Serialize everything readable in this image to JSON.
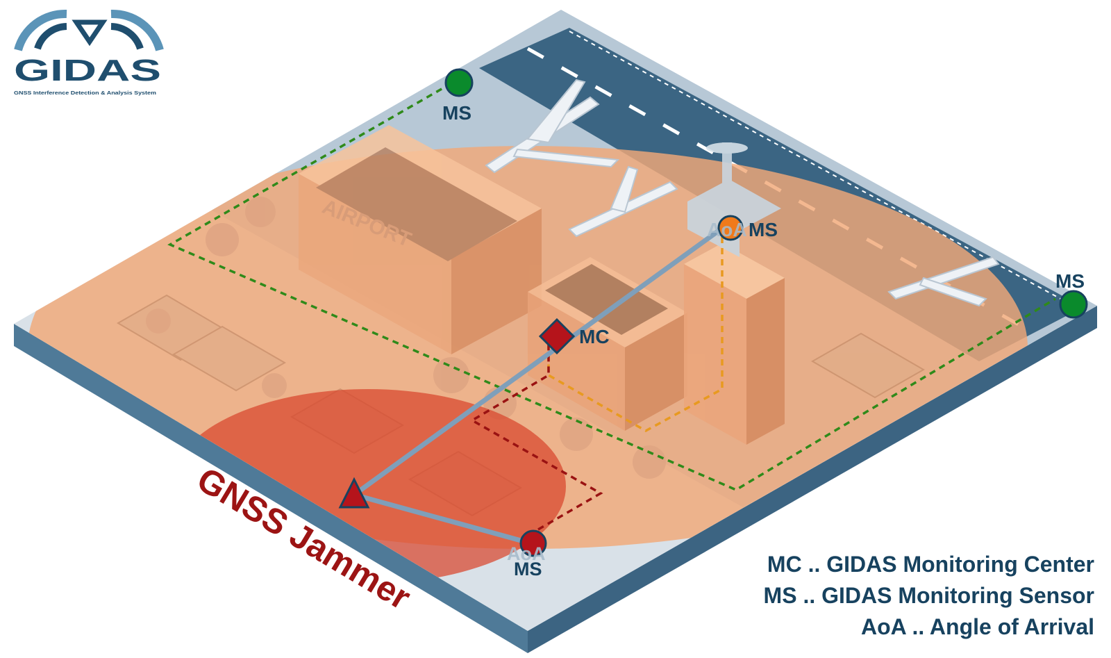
{
  "logo": {
    "name": "GIDAS",
    "tagline": "GNSS Interference Detection & Analysis System",
    "colors": {
      "dark": "#1f4e6e",
      "light": "#5b94b8"
    }
  },
  "scene": {
    "airport_sign": "AIRPORT",
    "jammer_label": "GNSS Jammer",
    "nodes": {
      "ms_top_left": {
        "label": "MS"
      },
      "ms_right": {
        "label": "MS"
      },
      "aoa_ms_tower": {
        "aoa": "AoA",
        "ms": "MS"
      },
      "mc": {
        "label": "MC"
      },
      "aoa_ms_bottom": {
        "aoa": "AoA",
        "ms": "MS"
      },
      "jammer": {
        "symbol": "triangle"
      }
    },
    "colors": {
      "ms_green": "#0a8a2c",
      "mc_red": "#b5141b",
      "aoa_orange": "#f07a1a",
      "link_line": "#7f9fba",
      "green_dash": "#2f8a1a",
      "red_dash": "#9a1212",
      "orange_dash": "#e89a20",
      "interference": "#f2a878",
      "jammer_zone": "#d8452d",
      "runway": "#3b6583",
      "label_dark": "#17425f",
      "jammer_text": "#9c1414"
    }
  },
  "legend": {
    "mc": "MC .. GIDAS Monitoring Center",
    "ms": "MS .. GIDAS Monitoring Sensor",
    "aoa": "AoA .. Angle of Arrival"
  }
}
